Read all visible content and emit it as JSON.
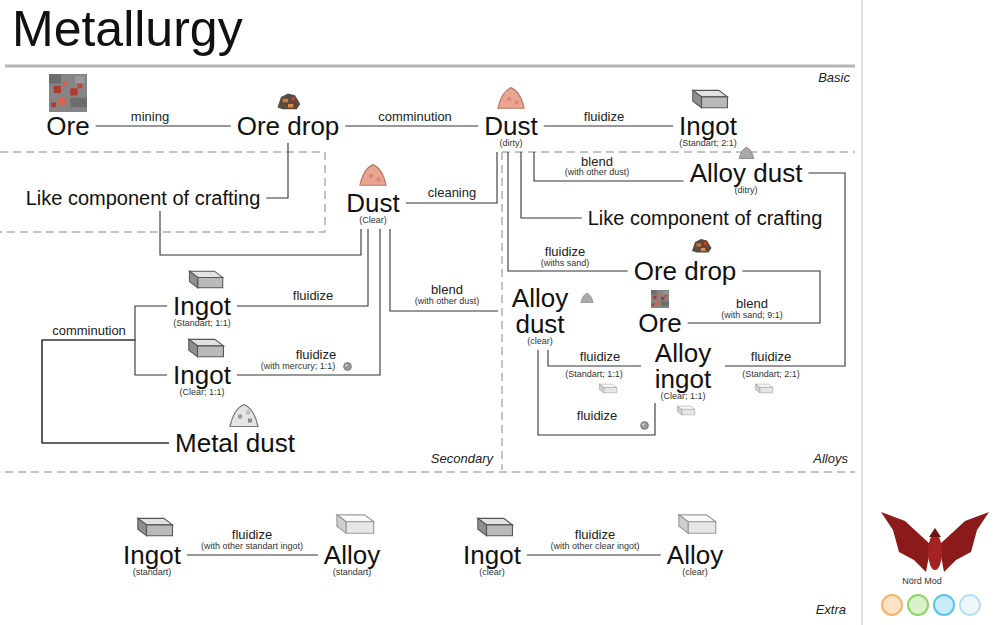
{
  "diagram": {
    "title": "Metallurgy",
    "nodes": [
      {
        "text": [
          "Ore"
        ]
      },
      {
        "text": [
          "Ore drop"
        ]
      },
      {
        "text": [
          "Dust",
          "(dirty)"
        ]
      },
      {
        "text": [
          "Ingot",
          "(Standart; 2:1)"
        ]
      },
      {
        "text": [
          "Like component of crafting"
        ]
      },
      {
        "text": [
          "Dust",
          "(Clear)"
        ]
      },
      {
        "text": [
          "Alloy dust",
          "(ditry)"
        ]
      },
      {
        "text": [
          "Like component of crafting"
        ]
      },
      {
        "text": [
          "Ore drop"
        ]
      },
      {
        "text": [
          "Ingot",
          "(Standart; 1:1)"
        ]
      },
      {
        "text": [
          "Alloy dust",
          "(clear)"
        ]
      },
      {
        "text": [
          "Ore"
        ]
      },
      {
        "text": [
          "Ingot",
          "(Clear; 1:1)"
        ]
      },
      {
        "text": [
          "Alloy ingot",
          "(Clear; 1:1)"
        ]
      },
      {
        "text": [
          "Metal dust"
        ]
      },
      {
        "text": [
          "Ingot",
          "(standart)"
        ]
      },
      {
        "text": [
          "Alloy",
          "(standart)"
        ]
      },
      {
        "text": [
          "Ingot",
          "(clear)"
        ]
      },
      {
        "text": [
          "Alloy",
          "(clear)"
        ]
      }
    ],
    "edges": [
      {
        "from": 0,
        "to": 1,
        "arrow": "none",
        "label": "mining"
      },
      {
        "from": 1,
        "to": 2,
        "arrow": "none",
        "label": "comminution"
      },
      {
        "from": 2,
        "to": 3,
        "arrow": "none",
        "label": "fluidize"
      },
      {
        "from": 1,
        "to": 4,
        "arrow": "none"
      },
      {
        "from": 2,
        "to": 5,
        "arrow": "none",
        "label": "cleaning"
      },
      {
        "from": 2,
        "to": 6,
        "arrow": "none",
        "label": "blend"
      },
      {
        "from": 2,
        "to": 7,
        "arrow": "none"
      },
      {
        "from": 2,
        "to": 8,
        "arrow": "none",
        "label": "fluidize"
      },
      {
        "from": 5,
        "to": 4,
        "arrow": "none"
      },
      {
        "from": 5,
        "to": 9,
        "arrow": "none",
        "label": "fluidize"
      },
      {
        "from": 5,
        "to": 12,
        "arrow": "none",
        "label": "fluidize"
      },
      {
        "from": 5,
        "to": 10,
        "arrow": "none",
        "label": "blend"
      },
      {
        "from": 8,
        "to": 11,
        "arrow": "none",
        "label": "blend"
      },
      {
        "from": 6,
        "to": 13,
        "arrow": "none",
        "label": "fluidize"
      },
      {
        "from": 10,
        "to": 13,
        "arrow": "none",
        "label": "fluidize"
      },
      {
        "from": 10,
        "to": 13,
        "arrow": "none",
        "label": "fluidize"
      },
      {
        "from": 9,
        "to": 14,
        "arrow": "none",
        "label": "comminution"
      },
      {
        "from": 12,
        "to": 14,
        "arrow": "none"
      },
      {
        "from": 15,
        "to": 16,
        "arrow": "none",
        "label": "fluidize"
      },
      {
        "from": 17,
        "to": 18,
        "arrow": "none",
        "label": "fluidize"
      }
    ],
    "labels": [
      "Basic",
      "Secondary",
      "Alloys",
      "Extra",
      "(with other dust)",
      "(withs sand)",
      "(with other dust)",
      "(with mercury; 1:1)",
      "(with sand; 9:1)",
      "(Standart; 2:1)",
      "(Standart; 1:1)",
      "(with other standart ingot)",
      "(with other clear ingot)",
      "Nörd Mod"
    ]
  }
}
